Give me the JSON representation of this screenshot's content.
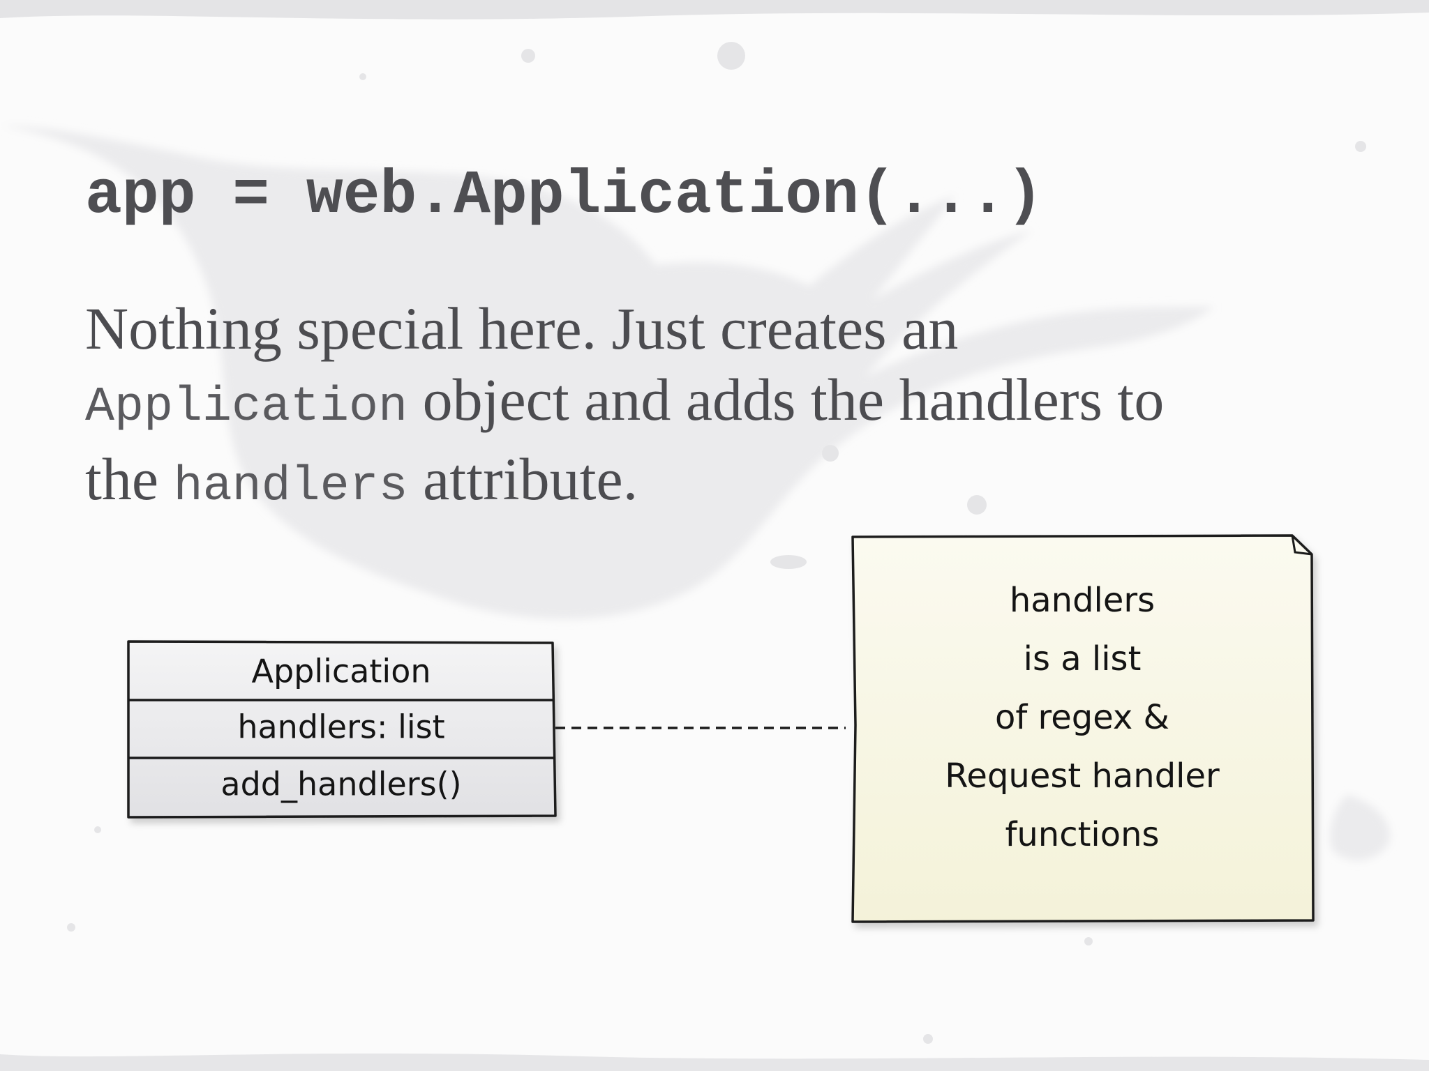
{
  "slide": {
    "title": "app = web.Application(...)",
    "body": {
      "part1": "Nothing special here. Just creates an",
      "code1": "Application",
      "part2": "object and adds the handlers to",
      "part3": "the",
      "code2": "handlers",
      "part4": "attribute."
    }
  },
  "diagram": {
    "class_box": {
      "name": "Application",
      "attribute": "handlers: list",
      "method": "add_handlers()"
    },
    "note": {
      "lines": [
        "handlers",
        "is a list",
        "of regex &",
        "Request handler",
        "functions"
      ]
    }
  },
  "colors": {
    "text": "#4c4c50",
    "note_fill": "#f7f6e2",
    "class_fill": "#ececee",
    "ink": "#141414"
  }
}
